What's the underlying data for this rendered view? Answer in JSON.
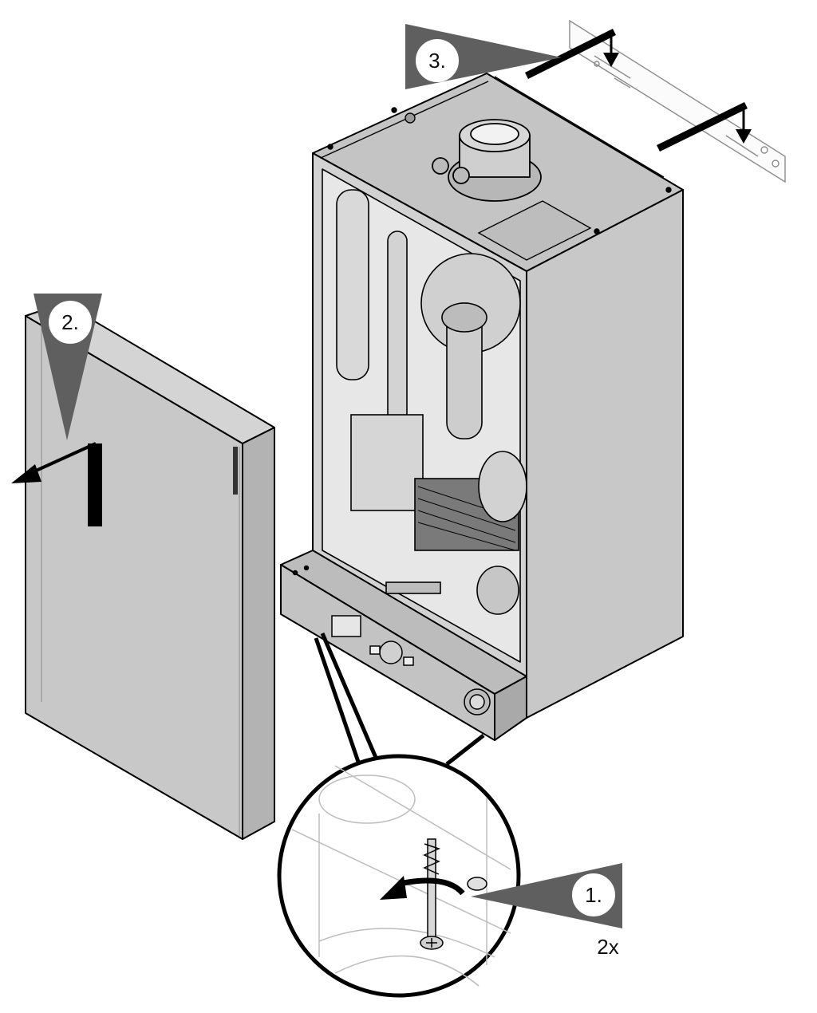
{
  "steps": [
    {
      "label": "1.",
      "multiplier": "2x"
    },
    {
      "label": "2."
    },
    {
      "label": "3."
    }
  ],
  "colors": {
    "panel_fill": "#c8c8c8",
    "panel_shade": "#a9a9a9",
    "pointer_fill": "#5f5f5f",
    "outline": "#000000",
    "background": "#ffffff"
  },
  "icons": [
    "front-cover-panel",
    "boiler-body",
    "wall-mounting-bracket",
    "screw-detail-magnifier",
    "arrow-down",
    "arrow-left",
    "curved-arrow-left"
  ]
}
